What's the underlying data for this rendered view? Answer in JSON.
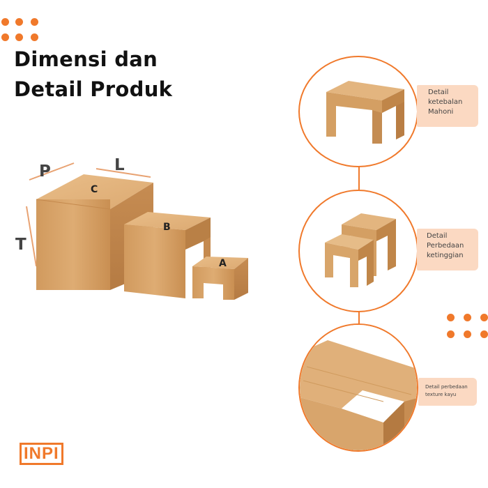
{
  "heading": {
    "line1": "Dimensi dan",
    "line2": "Detail Produk"
  },
  "dimensions": {
    "p": "P",
    "l": "L",
    "t": "T"
  },
  "boxes": {
    "c": "C",
    "b": "B",
    "a": "A"
  },
  "details": [
    {
      "line1": "Detail",
      "line2": "ketebalan",
      "line3": "Mahoni"
    },
    {
      "line1": "Detail",
      "line2": "Perbedaan",
      "line3": "ketinggian"
    },
    {
      "line1": "Detail perbedaan",
      "line2": "texture kayu"
    }
  ],
  "logo": "INPI",
  "colors": {
    "accent": "#f0792b",
    "tag_bg": "#fbd9c2",
    "wood": "#d9a468"
  }
}
